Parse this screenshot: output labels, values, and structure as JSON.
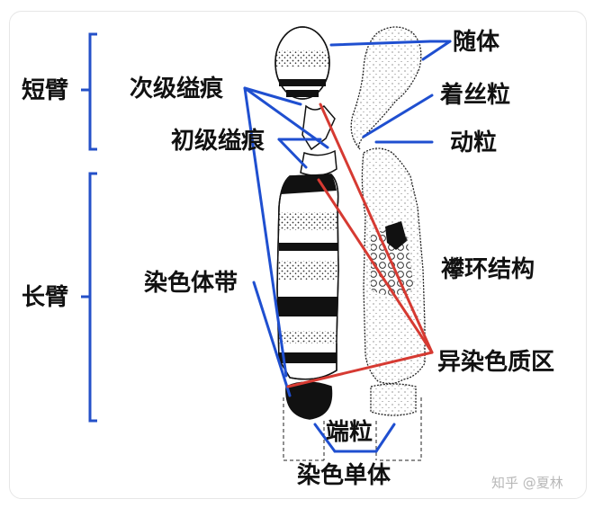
{
  "labels": {
    "short_arm": "短臂",
    "long_arm": "长臂",
    "secondary_constriction": "次级缢痕",
    "primary_constriction": "初级缢痕",
    "chromosome_band": "染色体带",
    "satellite": "随体",
    "centromere": "着丝粒",
    "kinetochore": "动粒",
    "chromomere_structure": "襻环结构",
    "heterochromatin_region": "异染色质区",
    "telomere": "端粒",
    "chromatid": "染色单体"
  },
  "watermark": "知乎 @夏林",
  "colors": {
    "bracket_blue": "#2450c8",
    "pointer_blue": "#1f4fd0",
    "pointer_red": "#d63a32",
    "text": "#111111"
  }
}
